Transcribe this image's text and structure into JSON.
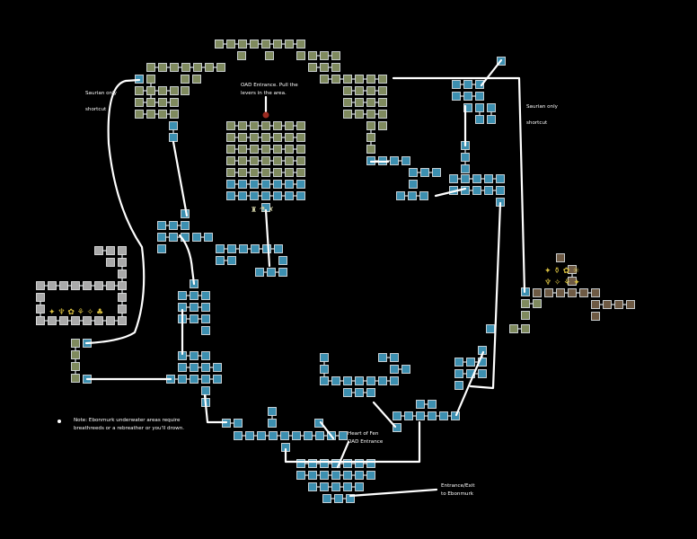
{
  "annotations": {
    "saurian_left": "Saurian only\n\nshortcut",
    "saurian_right": "Saurian only\n\nshortcut",
    "oad_entrance": "OAD Entrance. Pull the\nlevers in the area.",
    "heart_of_fen": "Heart of Fen\nOAD Entrance",
    "entrance_exit": "Entrance/Exit\nto Ebonmurk",
    "note": "Note: Ebonmurk underwater areas require\nbreathreeds or a rebreather or you'll drown."
  },
  "colors": {
    "background": "#000000",
    "underwater_room": "#3c8fb0",
    "land_room": "#7f8a5e",
    "grey_room": "#a9a9a9",
    "brown_room": "#6e5a44",
    "route_line": "#ffffff"
  }
}
